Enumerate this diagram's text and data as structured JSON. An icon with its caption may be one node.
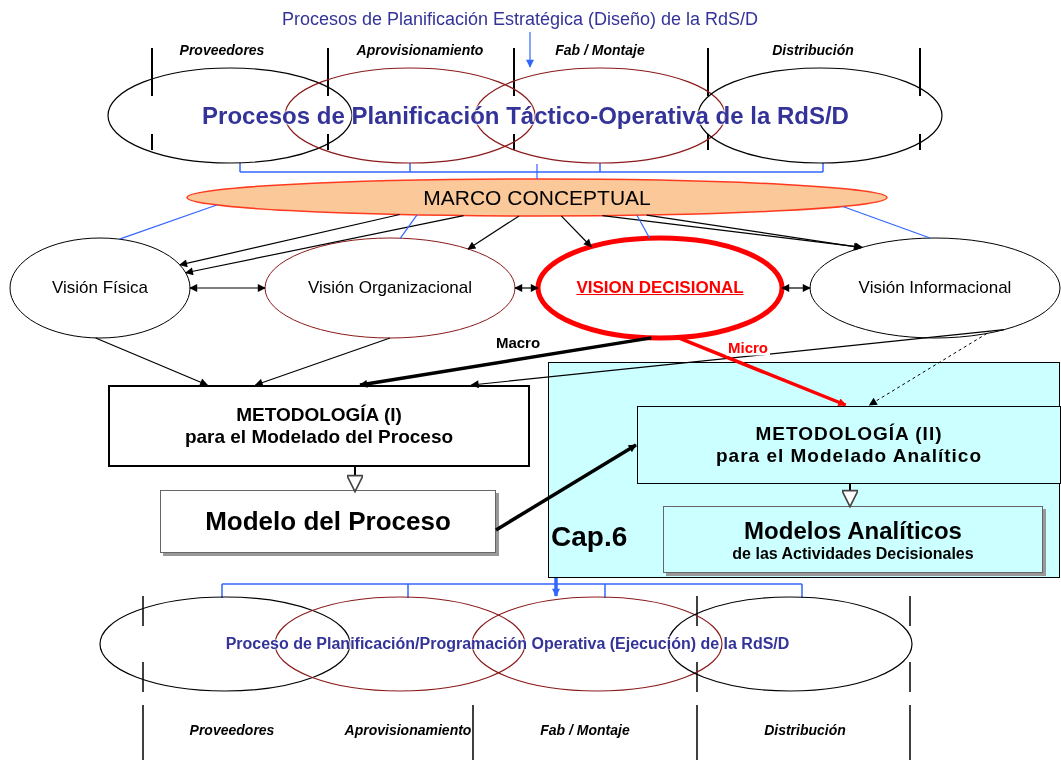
{
  "diagram": {
    "nodes": [
      {
        "text": [
          "Procesos de Planificación Estratégica (Diseño) de la RdS/D"
        ]
      },
      {
        "text": [
          "Procesos de Planificación Táctico-Operativa de la RdS/D"
        ]
      },
      {
        "text": [
          "MARCO CONCEPTUAL"
        ]
      },
      {
        "text": [
          "Visión Física"
        ]
      },
      {
        "text": [
          "Visión Organizacional"
        ]
      },
      {
        "text": [
          "VISION DECISIONAL"
        ]
      },
      {
        "text": [
          "Visión Informacional"
        ]
      },
      {
        "text": [
          "METODOLOGÍA (I)",
          "para el Modelado del Proceso"
        ]
      },
      {
        "text": [
          "Cap.6"
        ]
      },
      {
        "text": [
          "METODOLOGÍA (II)",
          "para el Modelado Analítico"
        ],
        "in": 8
      },
      {
        "text": [
          "Modelos Analíticos",
          "de las Actividades Decisionales"
        ],
        "in": 8
      },
      {
        "text": [
          "Modelo del Proceso"
        ]
      },
      {
        "text": [
          "Proceso de Planificación/Programación Operativa (Ejecución) de la RdS/D"
        ]
      }
    ],
    "edges": [
      {
        "from": 0,
        "to": 1,
        "arrow": "to",
        "color": "#3366ff"
      },
      {
        "from": 1,
        "to": 2,
        "arrow": "none",
        "color": "#3366ff"
      },
      {
        "from": 2,
        "to": 3,
        "arrow": "to"
      },
      {
        "from": 2,
        "to": 3,
        "arrow": "to"
      },
      {
        "from": 2,
        "to": 4,
        "arrow": "to"
      },
      {
        "from": 2,
        "to": 5,
        "arrow": "to"
      },
      {
        "from": 2,
        "to": 6,
        "arrow": "to"
      },
      {
        "from": 2,
        "to": 6,
        "arrow": "to"
      },
      {
        "from": 2,
        "to": 3,
        "arrow": "none",
        "color": "#3366ff"
      },
      {
        "from": 2,
        "to": 4,
        "arrow": "none",
        "color": "#3366ff"
      },
      {
        "from": 2,
        "to": 5,
        "arrow": "none",
        "color": "#3366ff"
      },
      {
        "from": 2,
        "to": 6,
        "arrow": "none",
        "color": "#3366ff"
      },
      {
        "from": 3,
        "to": 4,
        "arrow": "both"
      },
      {
        "from": 4,
        "to": 5,
        "arrow": "both"
      },
      {
        "from": 5,
        "to": 6,
        "arrow": "both"
      },
      {
        "from": 3,
        "to": 7,
        "arrow": "to"
      },
      {
        "from": 4,
        "to": 7,
        "arrow": "to"
      },
      {
        "from": 5,
        "to": 7,
        "arrow": "to",
        "label": "Macro",
        "style": "thick"
      },
      {
        "from": 6,
        "to": 7,
        "arrow": "to"
      },
      {
        "from": 5,
        "to": 9,
        "arrow": "to",
        "label": "Micro",
        "style": "thick",
        "color": "#ff0000"
      },
      {
        "from": 6,
        "to": 9,
        "arrow": "to",
        "style": "dashed"
      },
      {
        "from": 7,
        "to": 11,
        "arrow": "to"
      },
      {
        "from": 11,
        "to": 9,
        "arrow": "to",
        "style": "thick"
      },
      {
        "from": 9,
        "to": 10,
        "arrow": "to"
      },
      {
        "from": 8,
        "to": 12,
        "arrow": "to",
        "style": "thick",
        "color": "#3366ff"
      }
    ],
    "labels": [
      "Proveedores",
      "Aprovisionamiento",
      "Fab / Montaje",
      "Distribución",
      "Proveedores",
      "Aprovisionamiento",
      "Fab / Montaje",
      "Distribución"
    ]
  }
}
